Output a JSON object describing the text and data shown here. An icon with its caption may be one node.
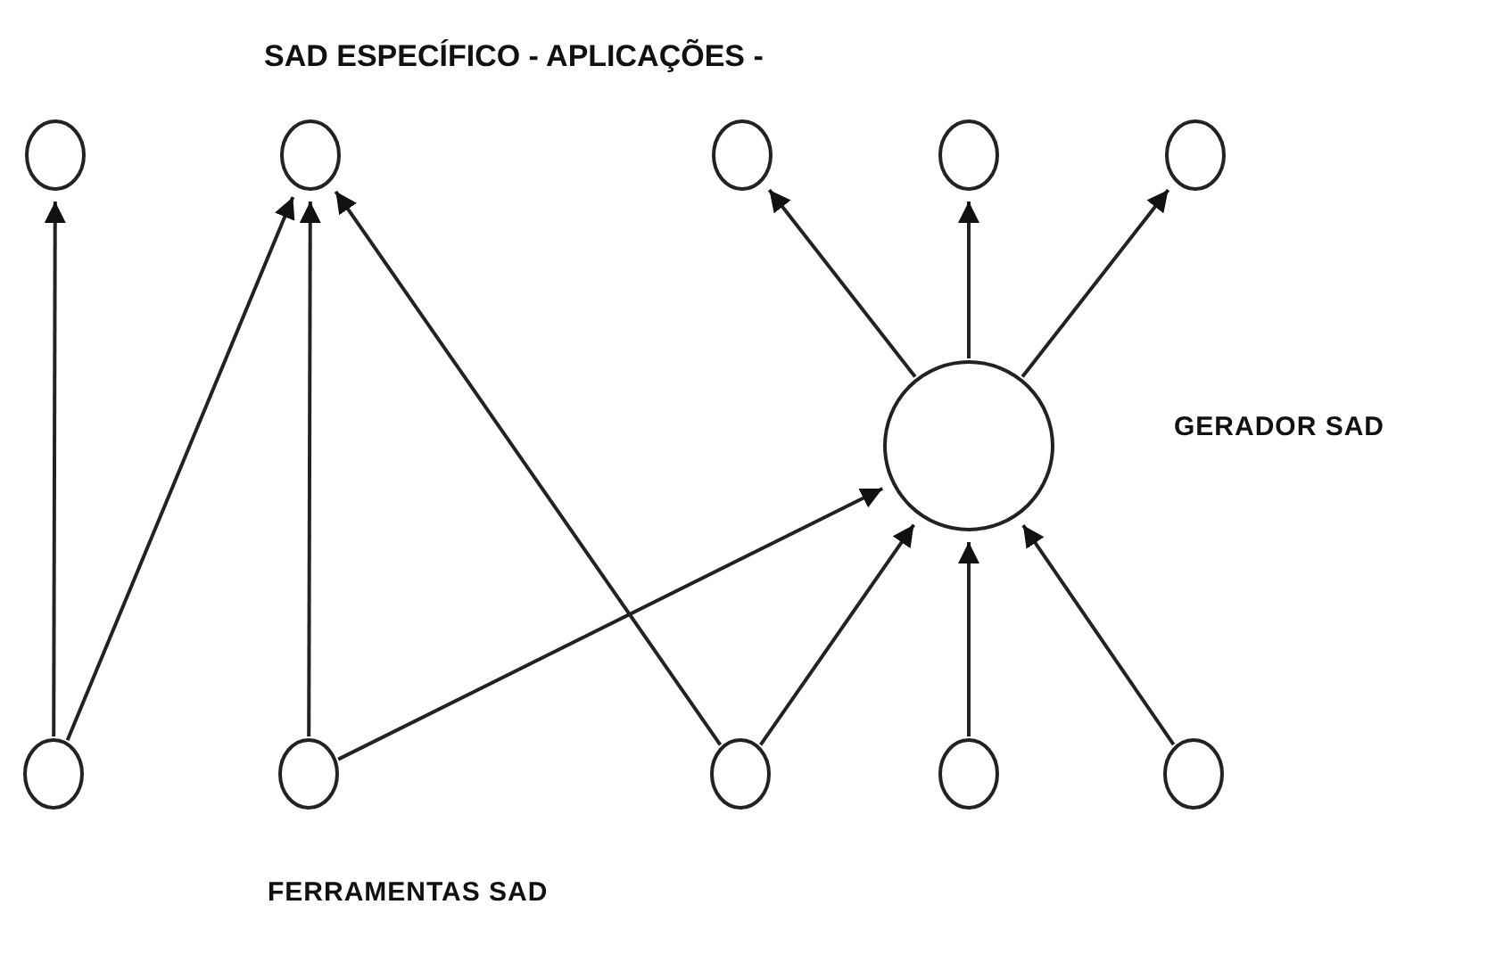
{
  "diagram": {
    "title": "SAD ESPECÍFICO - APLICAÇÕES -",
    "nodes": [
      {
        "text": [],
        "shape": "circle"
      },
      {
        "text": [],
        "shape": "circle"
      },
      {
        "text": [],
        "shape": "circle"
      },
      {
        "text": [],
        "shape": "circle"
      },
      {
        "text": [],
        "shape": "circle"
      },
      {
        "text": [],
        "shape": "circle"
      },
      {
        "text": [],
        "shape": "circle"
      },
      {
        "text": [],
        "shape": "circle"
      },
      {
        "text": [],
        "shape": "circle"
      },
      {
        "text": [],
        "shape": "circle"
      },
      {
        "text": [],
        "shape": "circle"
      }
    ],
    "edges": [
      {
        "from": 6,
        "to": 0,
        "arrow": "to"
      },
      {
        "from": 6,
        "to": 1,
        "arrow": "to"
      },
      {
        "from": 7,
        "to": 1,
        "arrow": "to"
      },
      {
        "from": 7,
        "to": 5,
        "arrow": "to"
      },
      {
        "from": 8,
        "to": 1,
        "arrow": "to"
      },
      {
        "from": 8,
        "to": 5,
        "arrow": "to"
      },
      {
        "from": 9,
        "to": 5,
        "arrow": "to"
      },
      {
        "from": 10,
        "to": 5,
        "arrow": "to"
      },
      {
        "from": 5,
        "to": 2,
        "arrow": "to"
      },
      {
        "from": 5,
        "to": 3,
        "arrow": "to"
      },
      {
        "from": 5,
        "to": 4,
        "arrow": "to"
      }
    ],
    "labels": [
      "GERADOR SAD",
      "FERRAMENTAS SAD"
    ]
  }
}
